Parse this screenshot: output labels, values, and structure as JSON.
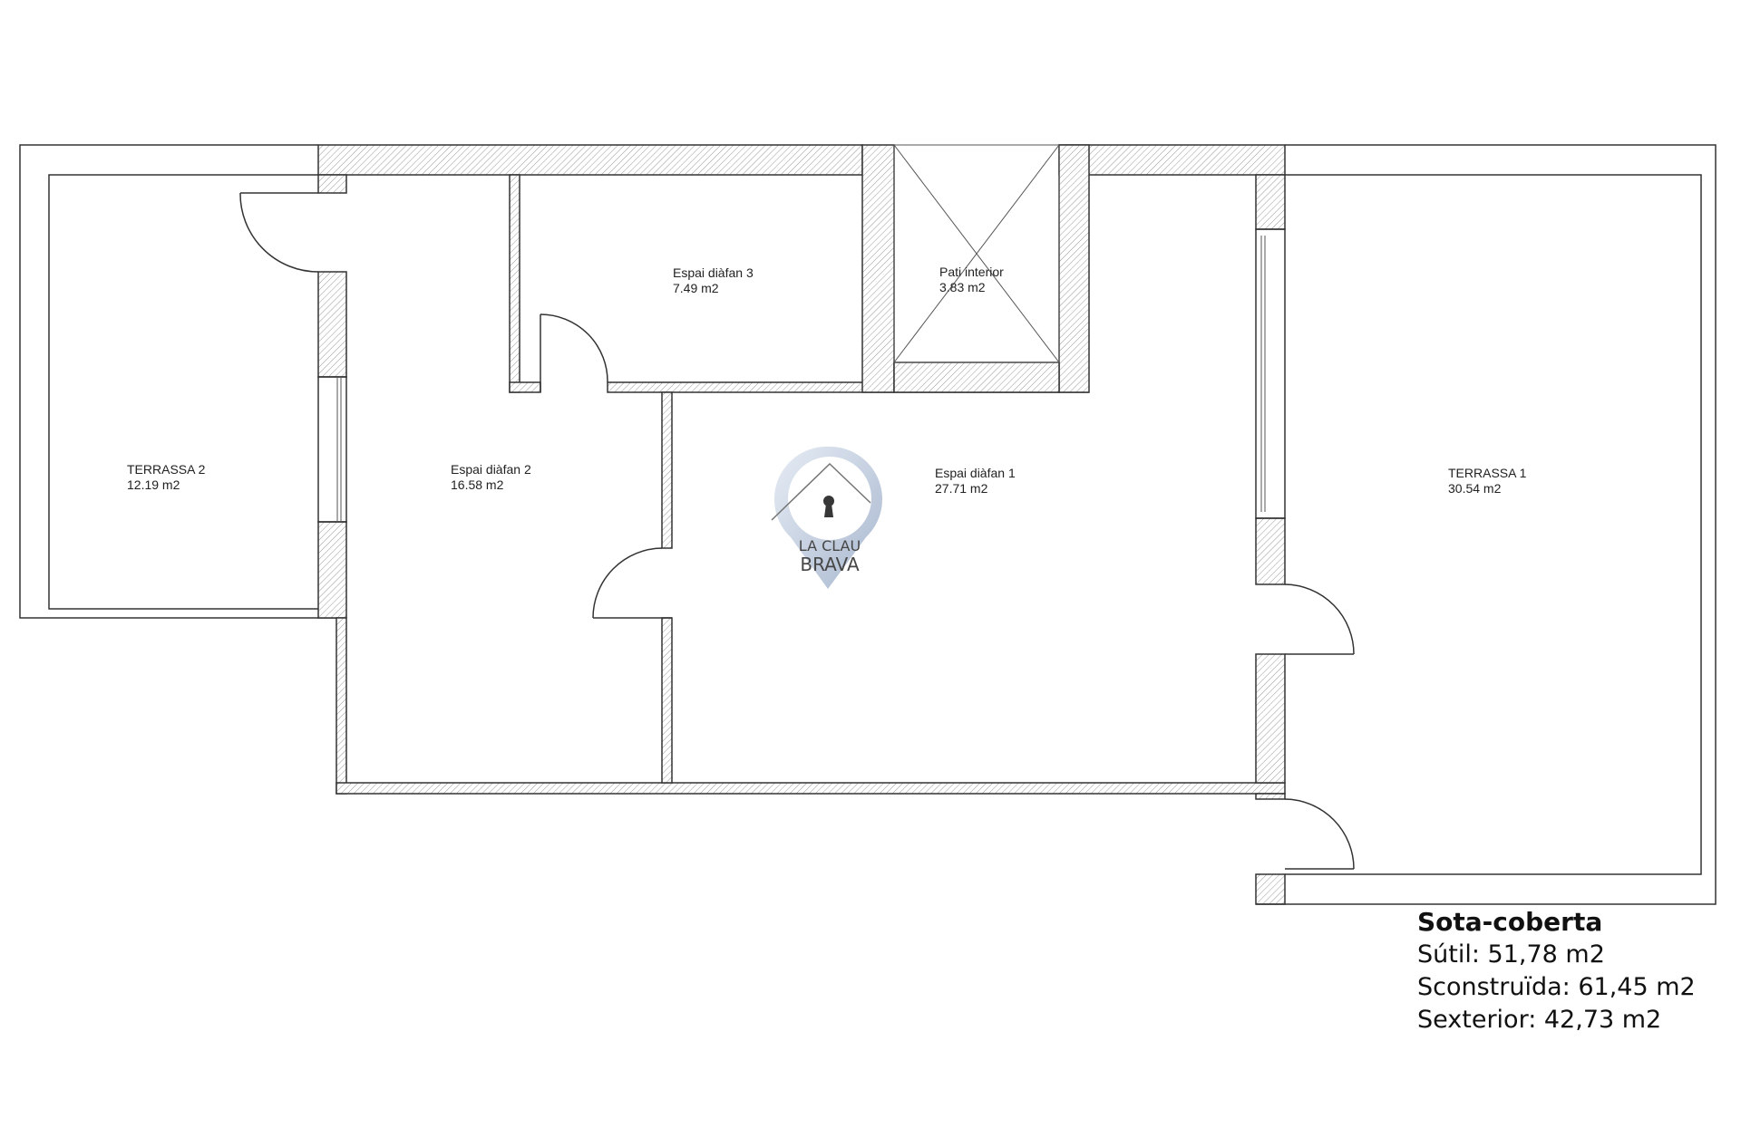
{
  "plan": {
    "rooms": [
      {
        "name": "TERRASSA 2",
        "area": "12.19 m2"
      },
      {
        "name": "Espai diàfan 2",
        "area": "16.58 m2"
      },
      {
        "name": "Espai diàfan 3",
        "area": "7.49 m2"
      },
      {
        "name": "Pati interior",
        "area": "3.83 m2"
      },
      {
        "name": "Espai diàfan 1",
        "area": "27.71 m2"
      },
      {
        "name": "TERRASSA 1",
        "area": "30.54  m2"
      }
    ],
    "logo": {
      "line1": "LA CLAU",
      "line2": "BRAVA",
      "color": "#4a6fa5"
    }
  },
  "summary": {
    "title": "Sota-coberta",
    "util": "Sútil: 51,78 m2",
    "construida": "Sconstruïda: 61,45 m2",
    "exterior": "Sexterior: 42,73 m2"
  }
}
